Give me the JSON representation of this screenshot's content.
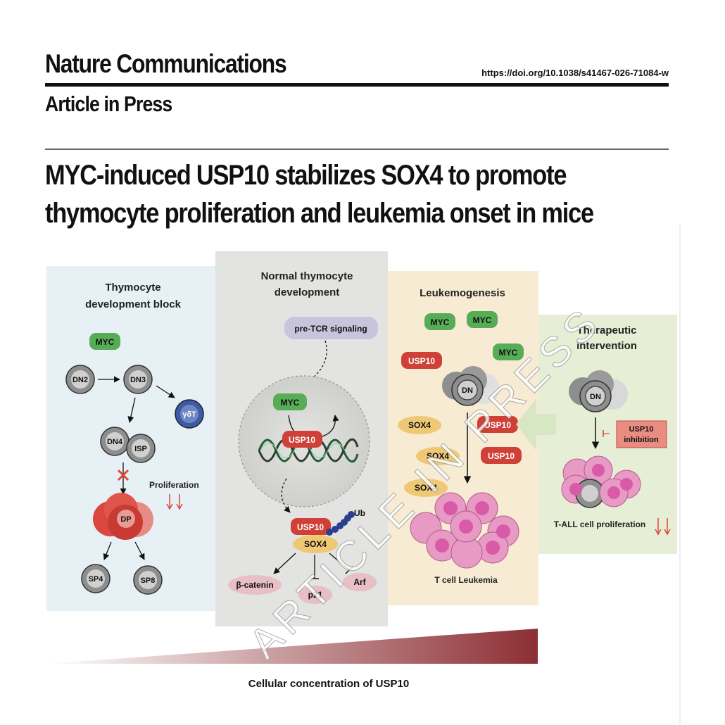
{
  "header": {
    "journal": "Nature Communications",
    "doi": "https://doi.org/10.1038/s41467-026-71084-w",
    "status": "Article in Press"
  },
  "article": {
    "title_line1": "MYC-induced USP10 stabilizes SOX4 to promote",
    "title_line2": "thymocyte proliferation and leukemia onset in mice"
  },
  "figure": {
    "panel1": {
      "title_line1": "Thymocyte",
      "title_line2": "development block",
      "myc": "MYC",
      "dn2": "DN2",
      "dn3": "DN3",
      "gdt": "γδT",
      "dn4": "DN4",
      "isp": "ISP",
      "proliferation": "Proliferation",
      "dp": "DP",
      "sp4": "SP4",
      "sp8": "SP8"
    },
    "panel2": {
      "title_line1": "Normal thymocyte",
      "title_line2": "development",
      "pretcr": "pre-TCR signaling",
      "myc": "MYC",
      "usp10": "USP10",
      "usp10_b": "USP10",
      "sox4": "SOX4",
      "ub": "Ub",
      "catenin": "β-catenin",
      "p21": "p21",
      "arf": "Arf"
    },
    "panel3": {
      "title": "Leukemogenesis",
      "myc1": "MYC",
      "myc2": "MYC",
      "myc3": "MYC",
      "usp10_1": "USP10",
      "usp10_2": "USP10",
      "usp10_3": "USP10",
      "dn": "DN",
      "sox4_1": "SOX4",
      "sox4_2": "SOX4",
      "sox4_3": "SOX4",
      "caption": "T cell Leukemia"
    },
    "panel4": {
      "title_line1": "Therapeutic",
      "title_line2": "intervention",
      "dn": "DN",
      "inhib_line1": "USP10",
      "inhib_line2": "inhibition",
      "caption": "T-ALL cell proliferation"
    },
    "gradient_label": "Cellular concentration of USP10"
  },
  "watermark": "ARTICLE IN PRESS",
  "colors": {
    "panel1_bg": "#e6f0f5",
    "panel2_bg": "#e3e3e1",
    "panel3_bg": "#f7ebd3",
    "panel4_bg": "#e6efd6",
    "myc_green": "#57ac56",
    "usp10_red": "#cf4036",
    "sox4_yellow": "#efc875",
    "target_pink": "#e7bfc4",
    "dp_red": "#d9473e",
    "gdt_blue": "#3d5aa6",
    "leukemia_pink": "#d95aa6",
    "gradient_dark": "#8c2f34",
    "down_arrow_red": "#e0463c"
  }
}
